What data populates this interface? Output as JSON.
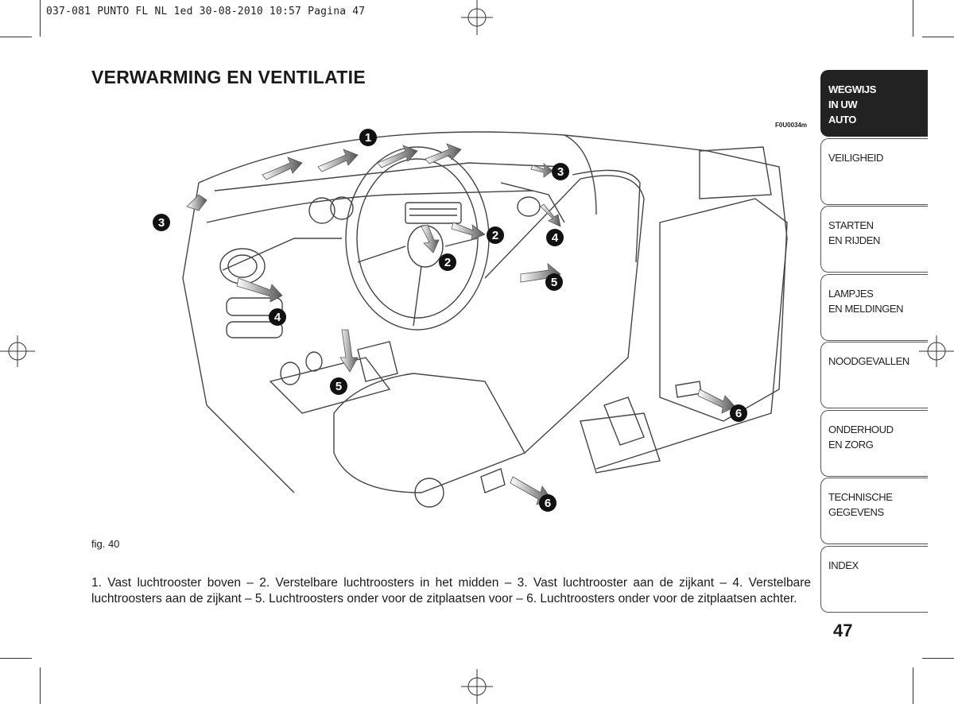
{
  "print_header": "037-081 PUNTO FL NL 1ed  30-08-2010  10:57  Pagina 47",
  "title": "VERWARMING EN VENTILATIE",
  "figure": {
    "code": "F0U0034m",
    "label": "fig. 40",
    "callouts": [
      "1",
      "2",
      "2",
      "3",
      "3",
      "4",
      "4",
      "5",
      "5",
      "6",
      "6"
    ]
  },
  "caption": "1. Vast luchtrooster boven – 2. Verstelbare luchtroosters in het midden – 3. Vast luchtrooster aan de zijkant – 4. Verstelbare luchtroosters aan de zijkant – 5. Luchtroosters onder voor de zitplaatsen voor – 6. Luchtroosters onder voor de zitplaatsen achter.",
  "page_number": "47",
  "tabs": [
    {
      "label": "WEGWIJS\nIN UW\nAUTO",
      "active": true
    },
    {
      "label": "VEILIGHEID",
      "active": false
    },
    {
      "label": "STARTEN\nEN RIJDEN",
      "active": false
    },
    {
      "label": "LAMPJES\nEN MELDINGEN",
      "active": false
    },
    {
      "label": "NOODGEVALLEN",
      "active": false
    },
    {
      "label": "ONDERHOUD\nEN ZORG",
      "active": false
    },
    {
      "label": "TECHNISCHE\nGEGEVENS",
      "active": false
    },
    {
      "label": "INDEX",
      "active": false
    }
  ]
}
